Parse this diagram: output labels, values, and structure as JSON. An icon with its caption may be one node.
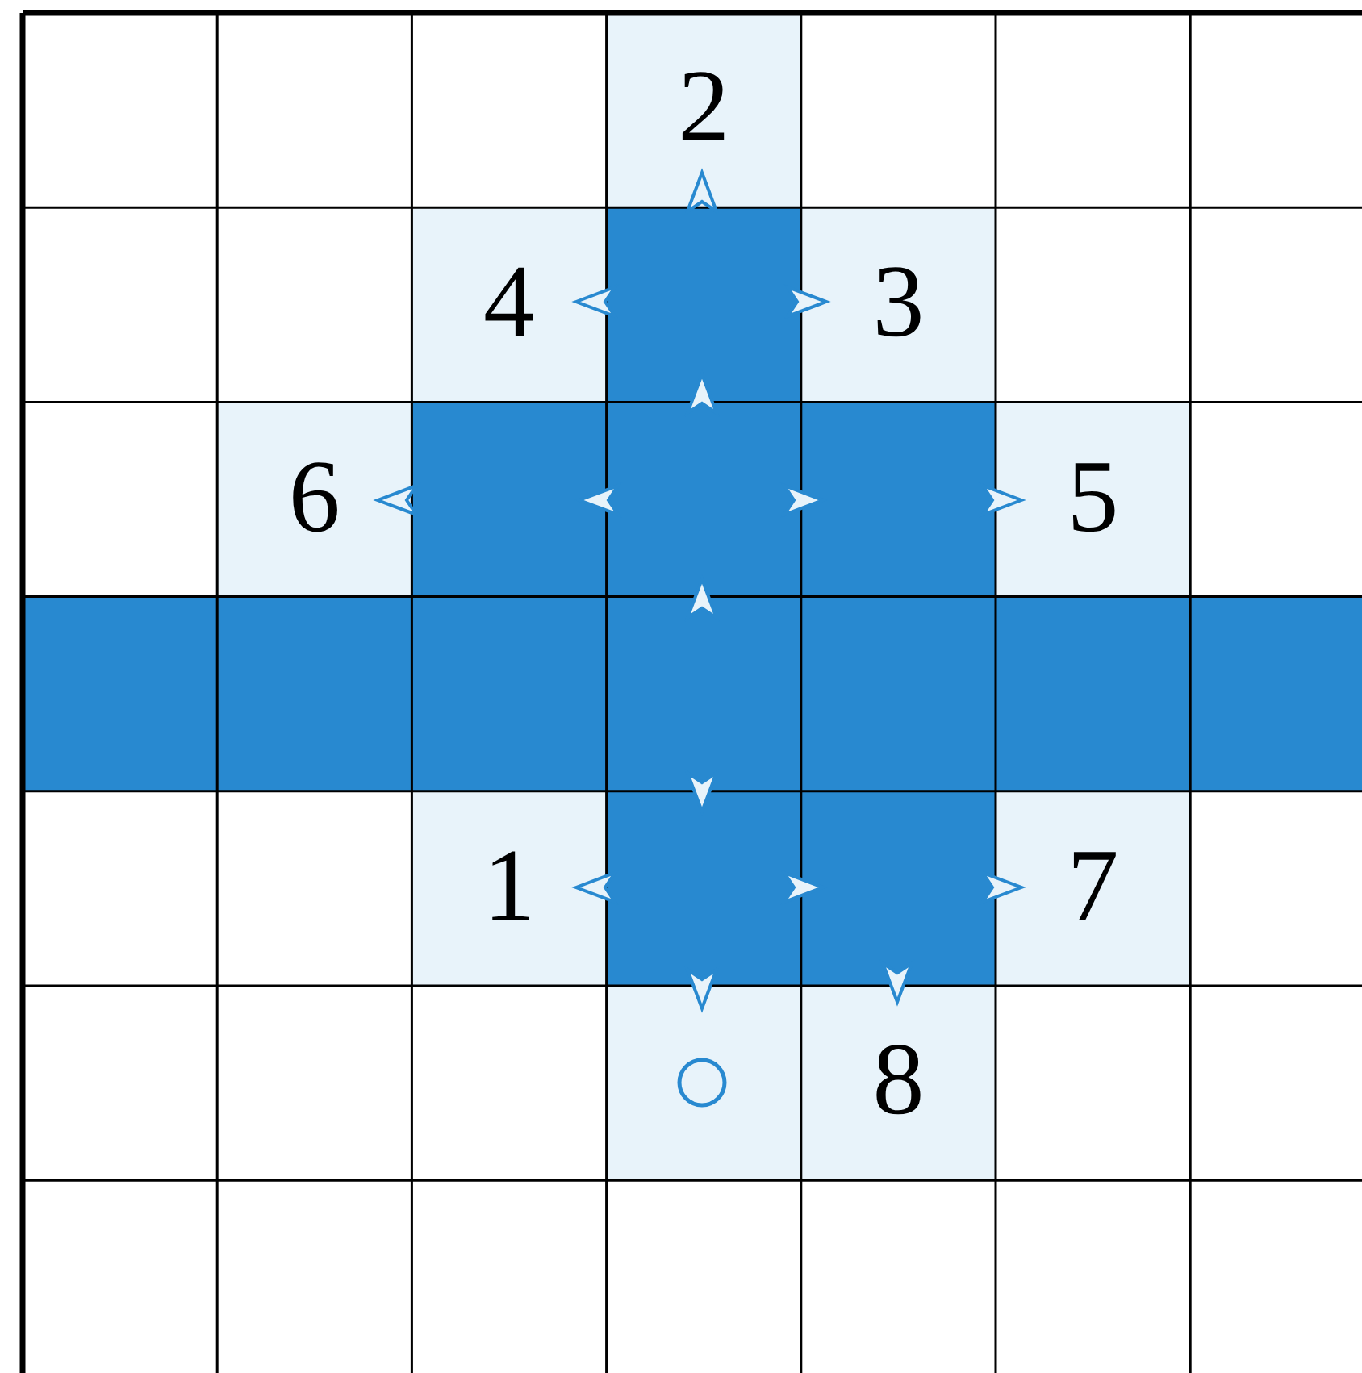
{
  "diagram": {
    "labels": [
      "2",
      "4",
      "3",
      "6",
      "5",
      "1",
      "7",
      "8"
    ]
  }
}
